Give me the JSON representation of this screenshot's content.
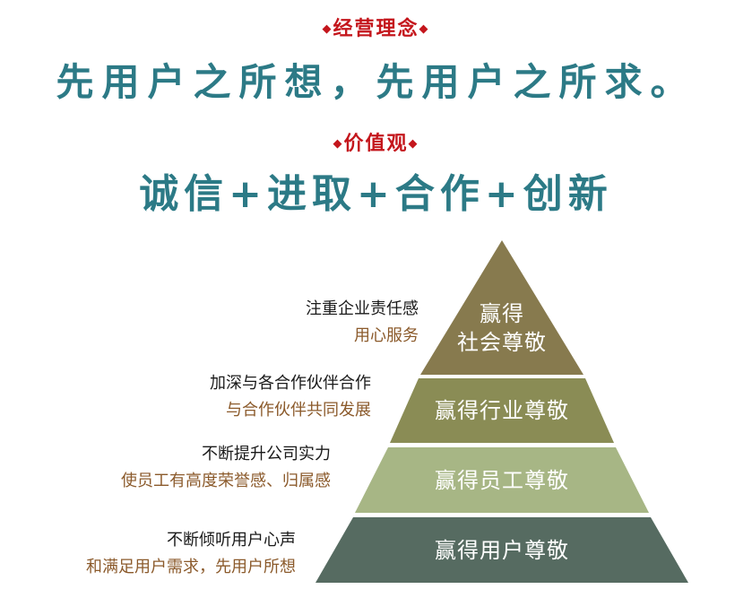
{
  "concept": {
    "label": "经营理念",
    "text": "先用户之所想，先用户之所求。"
  },
  "values": {
    "label": "价值观",
    "text": "诚信+进取+合作+创新"
  },
  "diamond": "◆",
  "colors": {
    "tag": "#c4161c",
    "headline": "#2c7a86",
    "tier_top": "#877a4e",
    "tier_2": "#8a8c55",
    "tier_3": "#a7b685",
    "tier_bottom": "#566b61",
    "side_primary": "#1a1a1a",
    "side_secondary": "#8b5a2b"
  },
  "pyramid": {
    "tiers": [
      {
        "line1": "赢得",
        "line2": "社会尊敬"
      },
      {
        "line1": "赢得行业尊敬",
        "line2": ""
      },
      {
        "line1": "赢得员工尊敬",
        "line2": ""
      },
      {
        "line1": "赢得用户尊敬",
        "line2": ""
      }
    ],
    "notes": [
      {
        "line1": "注重企业责任感",
        "line2": "用心服务"
      },
      {
        "line1": "加深与各合作伙伴合作",
        "line2": "与合作伙伴共同发展"
      },
      {
        "line1": "不断提升公司实力",
        "line2": "使员工有高度荣誉感、归属感"
      },
      {
        "line1": "不断倾听用户心声",
        "line2": "和满足用户需求，先用户所想"
      }
    ]
  }
}
